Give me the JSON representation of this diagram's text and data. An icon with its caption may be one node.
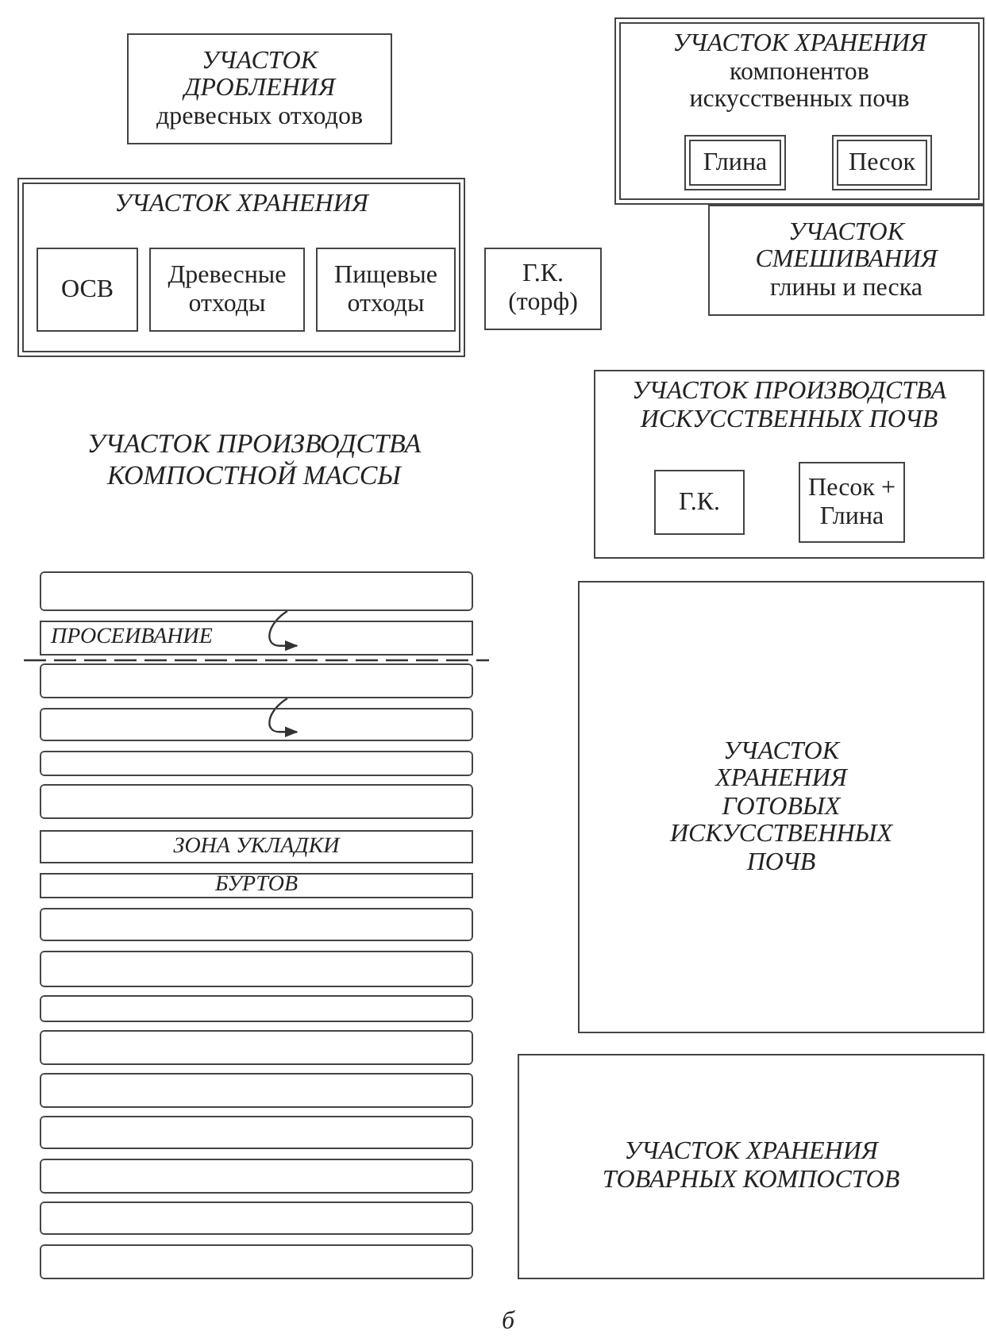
{
  "diagram": {
    "caption": "б",
    "nodes": [
      {
        "text": [
          "УЧАСТОК ДРОБЛЕНИЯ",
          "древесных отходов"
        ]
      },
      {
        "text": [
          "УЧАСТОК ХРАНЕНИЯ",
          "компонентов искусственных почв"
        ]
      },
      {
        "text": [
          "Глина"
        ],
        "in": 1
      },
      {
        "text": [
          "Песок"
        ],
        "in": 1
      },
      {
        "text": [
          "УЧАСТОК ХРАНЕНИЯ"
        ]
      },
      {
        "text": [
          "ОСВ"
        ],
        "in": 4
      },
      {
        "text": [
          "Древесные отходы"
        ],
        "in": 4
      },
      {
        "text": [
          "Пищевые отходы"
        ],
        "in": 4
      },
      {
        "text": [
          "Г.К. (торф)"
        ]
      },
      {
        "text": [
          "УЧАСТОК СМЕШИВАНИЯ",
          "глины и песка"
        ]
      },
      {
        "text": [
          "УЧАСТОК ПРОИЗВОДСТВА ИСКУССТВЕННЫХ ПОЧВ"
        ]
      },
      {
        "text": [
          "Г.К."
        ],
        "in": 10
      },
      {
        "text": [
          "Песок + Глина"
        ],
        "in": 10
      },
      {
        "text": [],
        "shape": "bar"
      },
      {
        "text": [
          "ПРОСЕИВАНИЕ"
        ]
      },
      {
        "text": [],
        "shape": "bar"
      },
      {
        "text": [],
        "shape": "bar"
      },
      {
        "text": [],
        "shape": "bar"
      },
      {
        "text": [],
        "shape": "bar"
      },
      {
        "text": [
          "ЗОНА УКЛАДКИ"
        ]
      },
      {
        "text": [
          "БУРТОВ"
        ]
      },
      {
        "text": [],
        "shape": "bar"
      },
      {
        "text": [],
        "shape": "bar"
      },
      {
        "text": [],
        "shape": "bar"
      },
      {
        "text": [],
        "shape": "bar"
      },
      {
        "text": [],
        "shape": "bar"
      },
      {
        "text": [],
        "shape": "bar"
      },
      {
        "text": [],
        "shape": "bar"
      },
      {
        "text": [],
        "shape": "bar"
      },
      {
        "text": [],
        "shape": "bar"
      },
      {
        "text": [
          "УЧАСТОК ХРАНЕНИЯ ГОТОВЫХ ИСКУССТВЕННЫХ ПОЧВ"
        ]
      },
      {
        "text": [
          "УЧАСТОК ХРАНЕНИЯ ТОВАРНЫХ КОМПОСТОВ"
        ]
      }
    ],
    "edges": [
      {
        "from": 13,
        "to": 14,
        "arrow": "to"
      },
      {
        "from": 15,
        "to": 16,
        "arrow": "to"
      }
    ],
    "labels": [
      "УЧАСТОК ПРОИЗВОДСТВА КОМПОСТНОЙ МАССЫ"
    ]
  }
}
